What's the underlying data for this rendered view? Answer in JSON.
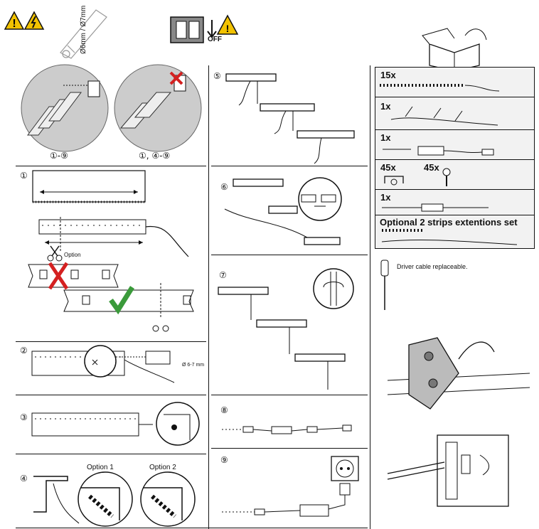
{
  "header": {
    "diameter_label": "Ø6mm / Ø7mm",
    "off_label": "OFF"
  },
  "steps": {
    "range_a": "①-⑨",
    "range_b": "①, ④-⑨",
    "s1": "①",
    "s2": "②",
    "s3": "③",
    "s4": "④",
    "s5": "⑤",
    "s6": "⑥",
    "s7": "⑦",
    "s8": "⑧",
    "s9": "⑨"
  },
  "step1": {
    "option_label": "Option"
  },
  "step2": {
    "drill_label": "Ø 6-7 mm"
  },
  "step4": {
    "option1": "Option 1",
    "option2": "Option 2"
  },
  "package": {
    "items": [
      {
        "qty": "15x"
      },
      {
        "qty": "1x"
      },
      {
        "qty": "1x"
      },
      {
        "qty": "45x",
        "qty2": "45x"
      },
      {
        "qty": "1x"
      }
    ],
    "optional_label": "Optional 2 strips extentions set"
  },
  "driver_note": "Driver cable replaceable.",
  "colors": {
    "cross": "#d42020",
    "check": "#3a9a3a",
    "warning": "#f2c200",
    "line": "#111111"
  }
}
